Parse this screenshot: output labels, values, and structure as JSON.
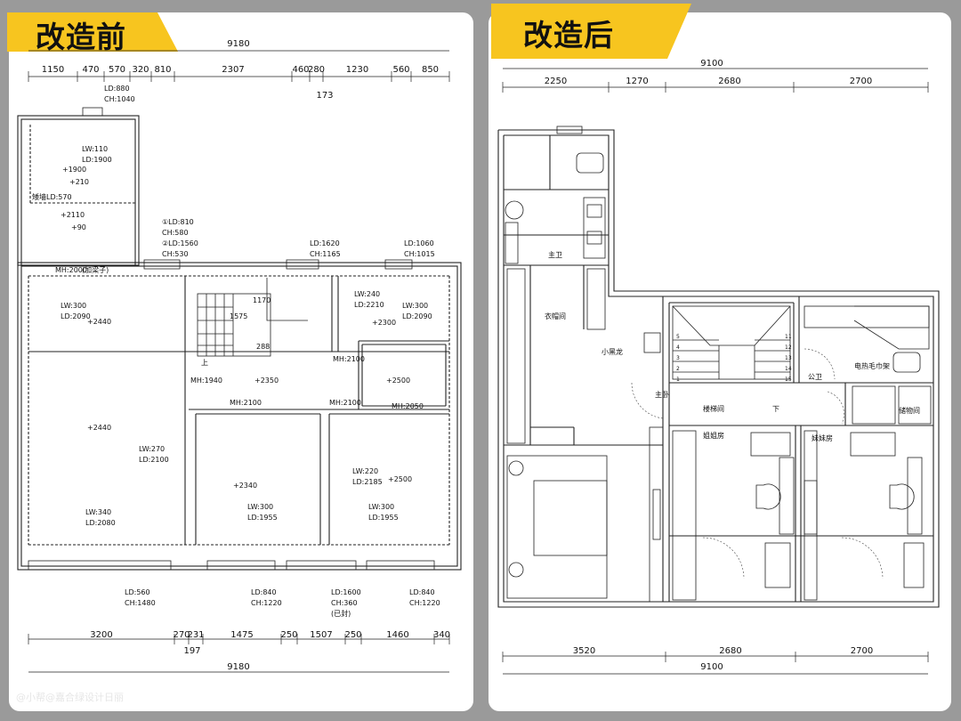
{
  "before": {
    "title": "改造前",
    "dims_top_total": "9180",
    "dims_top": [
      "1150",
      "470",
      "570",
      "320",
      "810",
      "2307",
      "460",
      "280",
      "1230",
      "560",
      "850"
    ],
    "dim_173": "173",
    "dims_bottom": [
      "3200",
      "270",
      "231",
      "1475",
      "250",
      "1507",
      "250",
      "1460",
      "340"
    ],
    "dim_197": "197",
    "dims_bottom_total": "9180",
    "notes": [
      [
        "LD:880",
        "CH:1040"
      ],
      [
        "LW:110",
        "LD:1900"
      ],
      [
        "+1900"
      ],
      [
        "+210"
      ],
      [
        "矮墙LD:570"
      ],
      [
        "+2110"
      ],
      [
        "+90"
      ],
      [
        "①LD:810",
        "CH:580",
        "②LD:1560",
        "CH:530"
      ],
      [
        "LD:1620",
        "CH:1165"
      ],
      [
        "LD:1060",
        "CH:1015"
      ],
      [
        "MH:2000"
      ],
      [
        "(加梁子)"
      ],
      [
        "LW:300",
        "LD:2090"
      ],
      [
        "+2440"
      ],
      [
        "1575"
      ],
      [
        "1170"
      ],
      [
        "288"
      ],
      [
        "LW:240",
        "LD:2210"
      ],
      [
        "LW:300",
        "LD:2090"
      ],
      [
        "+2300"
      ],
      [
        "MH:2100"
      ],
      [
        "上"
      ],
      [
        "MH:1940"
      ],
      [
        "+2350"
      ],
      [
        "+2500"
      ],
      [
        "MH:2100"
      ],
      [
        "MH:2100"
      ],
      [
        "MH:2050"
      ],
      [
        "+2440"
      ],
      [
        "LW:270",
        "LD:2100"
      ],
      [
        "LW:220",
        "LD:2185"
      ],
      [
        "+2500"
      ],
      [
        "+2340"
      ],
      [
        "LW:340",
        "LD:2080"
      ],
      [
        "LW:300",
        "LD:1955"
      ],
      [
        "LW:300",
        "LD:1955"
      ],
      [
        "LD:560",
        "CH:1480"
      ],
      [
        "LD:840",
        "CH:1220"
      ],
      [
        "LD:1600",
        "CH:360",
        "(已封)"
      ],
      [
        "LD:840",
        "CH:1220"
      ]
    ]
  },
  "after": {
    "title": "改造后",
    "dims_top_total": "9100",
    "dims_top": [
      "2250",
      "1270",
      "2680",
      "2700"
    ],
    "dims_bottom": [
      "3520",
      "2680",
      "2700"
    ],
    "dims_bottom_total": "9100",
    "rooms": {
      "master_bath": "主卫",
      "closet": "衣帽间",
      "small_bar": "小黑龙",
      "master_bed": "主卧",
      "stair": "楼梯间",
      "down": "下",
      "public_bath": "公卫",
      "towel_rack": "电热毛巾架",
      "storage": "储物间",
      "sister_room": "姐姐房",
      "younger_sister_room": "妹妹房"
    },
    "steps_left": [
      "1",
      "2",
      "3",
      "4",
      "5"
    ],
    "steps_right": [
      "11",
      "12",
      "13",
      "14",
      "15"
    ]
  },
  "watermark": "@小帮@嘉合绿设计日丽",
  "colors": {
    "banner": "#f7c51f",
    "background": "#9a9a9a",
    "panel": "#ffffff",
    "line": "#222222"
  }
}
